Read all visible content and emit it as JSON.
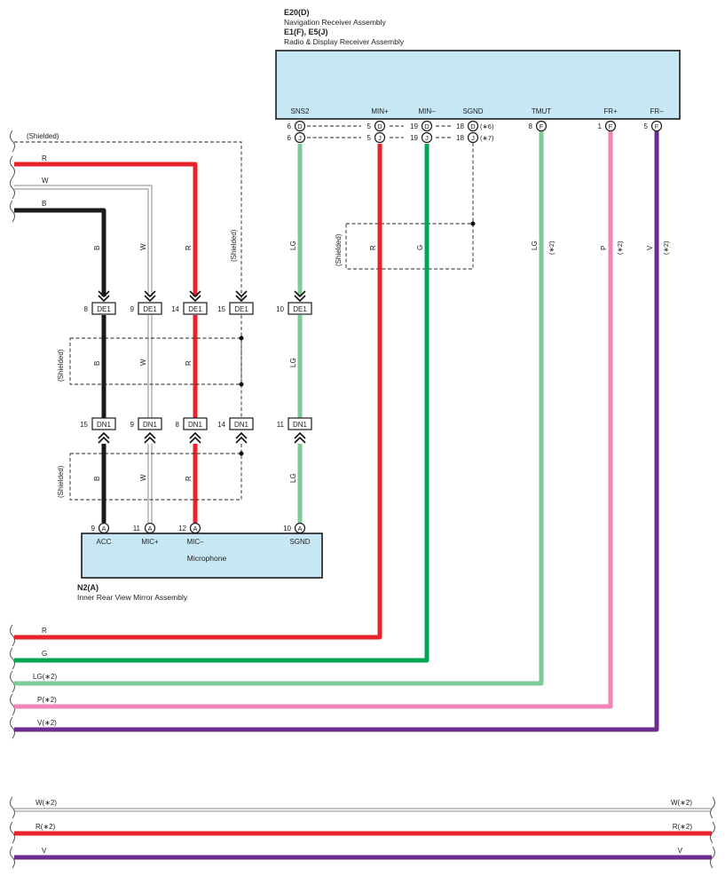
{
  "colors": {
    "R": "#e8232b",
    "G": "#00a651",
    "LG": "#7fc99b",
    "P": "#f384b7",
    "V": "#6b2c8e",
    "B": "#1a1a1a",
    "W": "#8a8a8a",
    "component_fill": "#c8e7f5"
  },
  "receiver": {
    "code1": "E20(D)",
    "name1": "Navigation Receiver Assembly",
    "code2": "E1(F), E5(J)",
    "name2": "Radio & Display Receiver Assembly",
    "terminals": {
      "sns2": "SNS2",
      "minp": "MIN+",
      "minm": "MIN–",
      "sgnd": "SGND",
      "tmut": "TMUT",
      "frp": "FR+",
      "frm": "FR–"
    },
    "pins": {
      "sns2_d": "6",
      "sns2_j": "6",
      "minp_d_left": "5",
      "minp_j_left": "5",
      "minm_d_left": "19",
      "minm_j_left": "19",
      "sgnd_d_left": "18",
      "sgnd_j_left": "18",
      "sgnd_d_note": "(∗6)",
      "sgnd_j_note": "(∗7)",
      "tmut": "8",
      "frp": "1",
      "frm": "5"
    },
    "connector_letters": {
      "d": "D",
      "j": "J",
      "f": "F"
    }
  },
  "mirror": {
    "title": "Microphone",
    "code": "N2(A)",
    "name": "Inner Rear View Mirror Assembly",
    "terminals": {
      "acc": "ACC",
      "micp": "MIC+",
      "micm": "MIC–",
      "sgnd": "SGND"
    },
    "pins": {
      "acc": "9",
      "micp": "11",
      "micm": "12",
      "sgnd": "10"
    },
    "connector_letter": "A"
  },
  "connectors": {
    "de1": "DE1",
    "dn1": "DN1",
    "de1_pins": {
      "b": "8",
      "w": "9",
      "r": "14",
      "shield": "15",
      "lg": "10"
    },
    "dn1_pins": {
      "b": "15",
      "w": "9",
      "r": "8",
      "shield": "14",
      "lg": "11"
    }
  },
  "labels": {
    "shielded": "(Shielded)",
    "R": "R",
    "W": "W",
    "B": "B",
    "G": "G",
    "LG": "LG",
    "P": "P",
    "V": "V",
    "note2": "(∗2)",
    "lg2": "LG(∗2)",
    "p2": "P(∗2)",
    "v2": "V(∗2)",
    "w2": "W(∗2)",
    "r2": "R(∗2)"
  }
}
